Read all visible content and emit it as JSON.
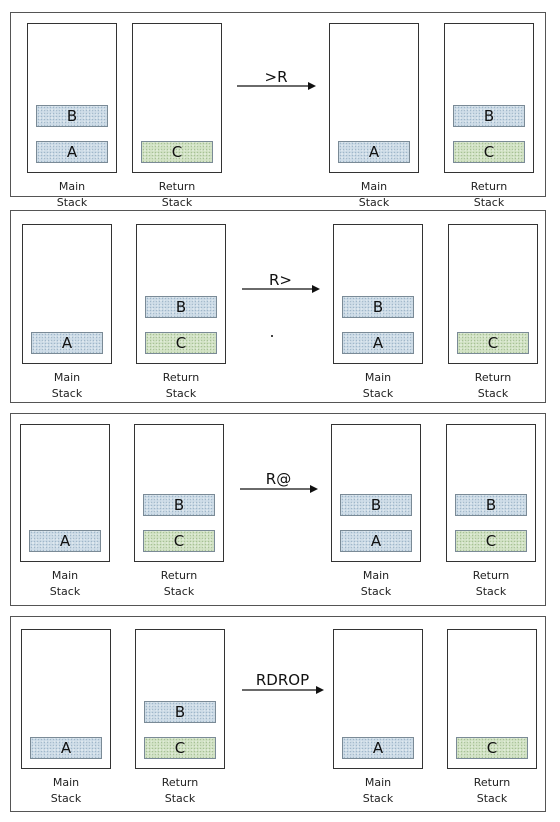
{
  "captions": {
    "main_line1": "Main",
    "main_line2": "Stack",
    "return_line1": "Return",
    "return_line2": "Stack"
  },
  "panels": [
    {
      "op": ">R",
      "before": {
        "main": [
          "B",
          "A"
        ],
        "return": [
          "C"
        ]
      },
      "after": {
        "main": [
          "A"
        ],
        "return": [
          "B",
          "C"
        ]
      }
    },
    {
      "op": "R>",
      "before": {
        "main": [
          "A"
        ],
        "return": [
          "B",
          "C"
        ]
      },
      "after": {
        "main": [
          "B",
          "A"
        ],
        "return": [
          "C"
        ]
      }
    },
    {
      "op": "R@",
      "before": {
        "main": [
          "A"
        ],
        "return": [
          "B",
          "C"
        ]
      },
      "after": {
        "main": [
          "B",
          "A"
        ],
        "return": [
          "B",
          "C"
        ]
      }
    },
    {
      "op": "RDROP",
      "before": {
        "main": [
          "A"
        ],
        "return": [
          "B",
          "C"
        ]
      },
      "after": {
        "main": [
          "A"
        ],
        "return": [
          "C"
        ]
      }
    }
  ],
  "colors": {
    "A": "blue",
    "B": "blue",
    "C": "green"
  }
}
